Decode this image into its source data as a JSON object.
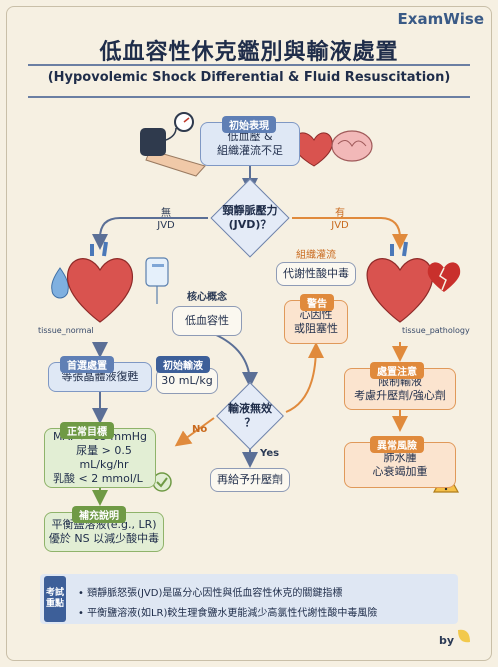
{
  "brand": "ExamWise",
  "title": "低血容性休克鑑別與輸液處置",
  "subtitle": "(Hypovolemic Shock Differential & Fluid Resuscitation)",
  "start": {
    "tag": "初始表現",
    "line1": "低血壓 &",
    "line2": "組織灌流不足"
  },
  "jvd_decision": {
    "line1": "頸靜脈壓力",
    "line2": "(JVD)？"
  },
  "branch_no": {
    "line1": "無",
    "line2": "JVD"
  },
  "branch_yes": {
    "line1": "有",
    "line2": "JVD"
  },
  "tissue_normal": "tissue_normal",
  "tissue_pathology": "tissue_pathology",
  "core_concept": {
    "tag": "核心概念",
    "text": "低血容性"
  },
  "first_line": {
    "tag": "首選處置",
    "text": "等張晶體液復甦"
  },
  "initial_fluid": {
    "tag": "初始輸液",
    "text": "30 mL/kg"
  },
  "targets": {
    "tag": "正常目標",
    "line1": "MAP > 65 mmHg",
    "line2": "尿量 > 0.5 mL/kg/hr",
    "line3": "乳酸 < 2 mmol/L"
  },
  "supplement": {
    "tag": "補充說明",
    "line1": "平衡鹽溶液(e.g., LR)",
    "line2": "優於 NS 以減少酸中毒"
  },
  "fluid_decision": {
    "line1": "輸液無效",
    "line2": "？",
    "no": "No",
    "yes": "Yes"
  },
  "vasopressor": "再給予升壓劑",
  "acidosis": {
    "tag": "組織灌流",
    "text": "代謝性酸中毒"
  },
  "warning": {
    "tag": "警告",
    "line1": "心因性",
    "line2": "或阻塞性"
  },
  "caution": {
    "tag": "處置注意",
    "line1": "限制輸液",
    "line2": "考慮升壓劑/強心劑"
  },
  "risk": {
    "tag": "異常風險",
    "line1": "肺水腫",
    "line2": "心衰竭加重"
  },
  "exam_tag": "考試重點",
  "exam_points": [
    "• 頸靜脈怒張(JVD)是區分心因性與低血容性休克的關鍵指標",
    "• 平衡鹽溶液(如LR)較生理食鹽水更能減少高氯性代謝性酸中毒風險"
  ],
  "by": "by",
  "colors": {
    "blue": "#5f7fb5",
    "green": "#6f9a45",
    "orange": "#e08a3c",
    "navy": "#1f2d4a"
  }
}
